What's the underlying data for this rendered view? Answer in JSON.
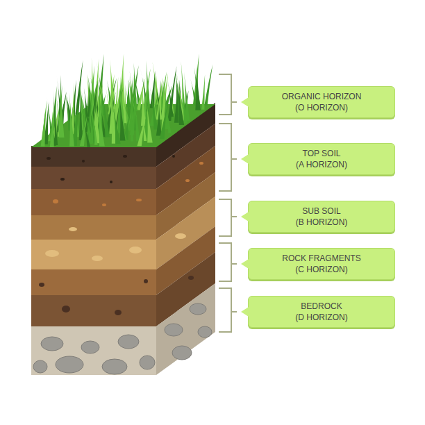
{
  "diagram": {
    "nodes": [
      {
        "text": [
          "ORGANIC HORIZON",
          "(O HORIZON)"
        ]
      },
      {
        "text": [
          "TOP SOIL",
          "(A HORIZON)"
        ]
      },
      {
        "text": [
          "SUB SOIL",
          "(B HORIZON)"
        ]
      },
      {
        "text": [
          "ROCK FRAGMENTS",
          "(C HORIZON)"
        ]
      },
      {
        "text": [
          "BEDROCK",
          "(D HORIZON)"
        ]
      }
    ]
  }
}
